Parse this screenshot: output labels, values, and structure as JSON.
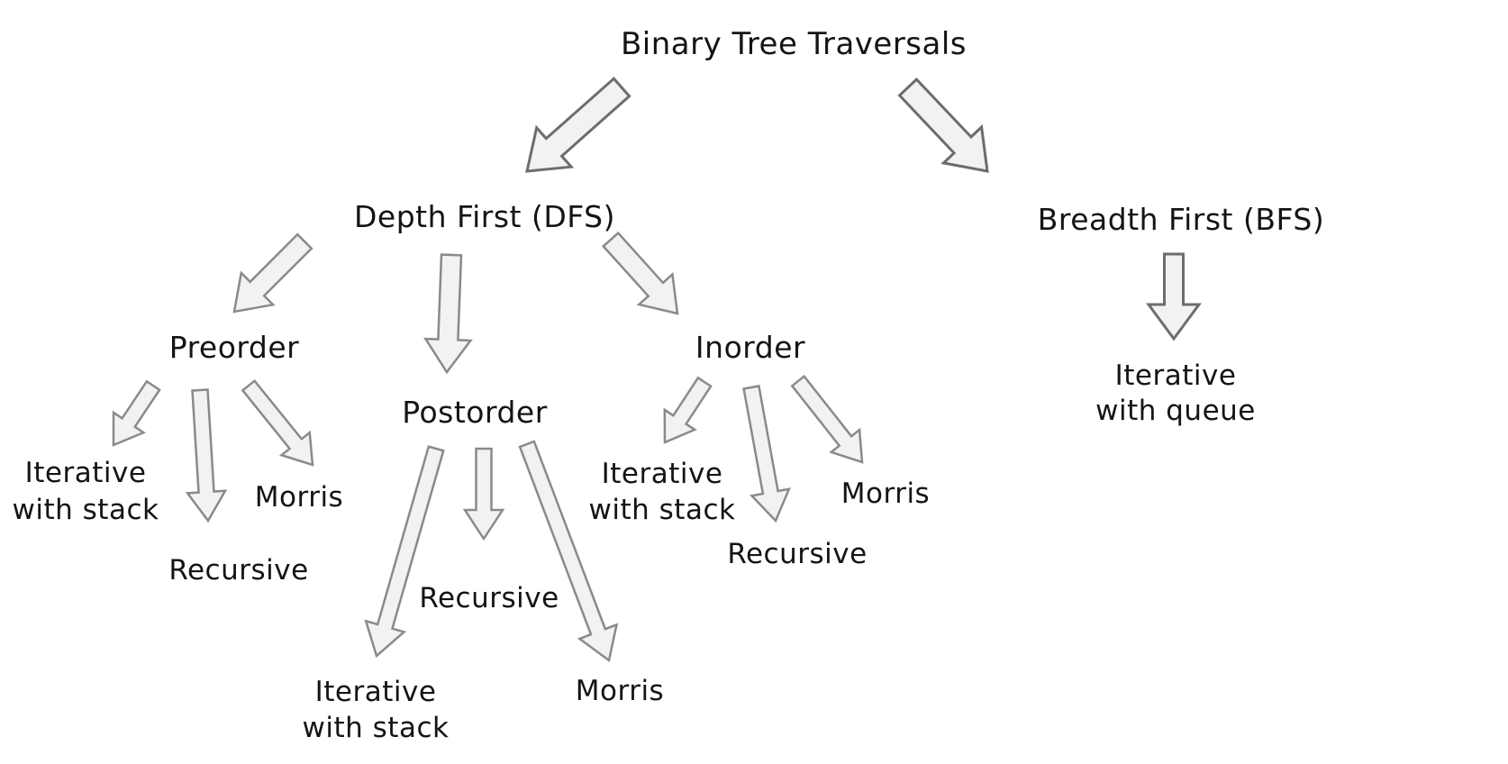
{
  "diagram": {
    "title": "Binary Tree Traversals",
    "colors": {
      "accent": "#5ea794",
      "text": "#141414",
      "arrow_fill": "#f2f2f2",
      "arrow_stroke": "#8a8a8a"
    },
    "dfs": {
      "label": "Depth First (DFS)",
      "children": {
        "preorder": {
          "label": "Preorder",
          "methods": {
            "iterative": {
              "line1": "Iterative",
              "line2": "with stack"
            },
            "recursive": "Recursive",
            "morris": "Morris"
          }
        },
        "postorder": {
          "label": "Postorder",
          "methods": {
            "iterative": {
              "line1": "Iterative",
              "line2": "with stack"
            },
            "recursive": "Recursive",
            "morris": "Morris"
          }
        },
        "inorder": {
          "label": "Inorder",
          "methods": {
            "iterative": {
              "line1": "Iterative",
              "line2": "with stack"
            },
            "recursive": "Recursive",
            "morris": "Morris"
          }
        }
      }
    },
    "bfs": {
      "label": "Breadth First (BFS)",
      "method": {
        "line1": "Iterative",
        "line2": "with queue"
      }
    }
  }
}
